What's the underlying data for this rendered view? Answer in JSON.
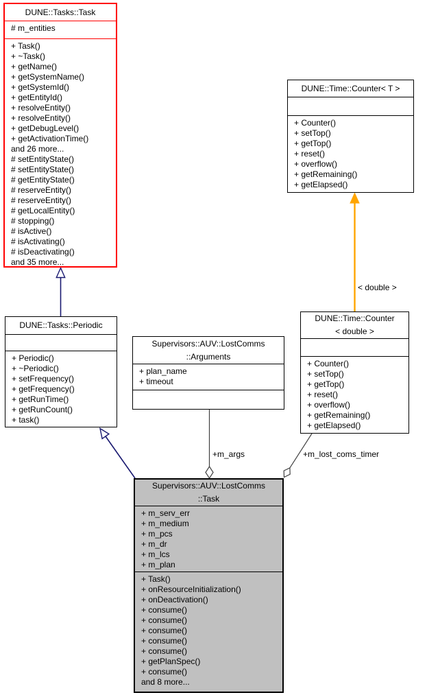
{
  "diagram": {
    "type": "uml-collaboration-diagram",
    "background": "#ffffff",
    "colors": {
      "node_border": "#000000",
      "node_fill": "#ffffff",
      "highlight_border": "#ff0000",
      "focus_fill": "#c0c0c0",
      "inheritance_edge": "#191970",
      "template_edge": "#ffa500",
      "aggregation_edge": "#404040"
    }
  },
  "classes": [
    {
      "name": "DUNE::Tasks::Task",
      "title_lines": [
        "DUNE::Tasks::Task"
      ],
      "attributes": [
        "# m_entities"
      ],
      "methods": [
        "+ Task()",
        "+ ~Task()",
        "+ getName()",
        "+ getSystemName()",
        "+ getSystemId()",
        "+ getEntityId()",
        "+ resolveEntity()",
        "+ resolveEntity()",
        "+ getDebugLevel()",
        "+ getActivationTime()",
        "and 26 more...",
        "# setEntityState()",
        "# setEntityState()",
        "# getEntityState()",
        "# reserveEntity()",
        "# reserveEntity()",
        "# getLocalEntity()",
        "# stopping()",
        "# isActive()",
        "# isActivating()",
        "# isDeactivating()",
        "and 35 more..."
      ]
    },
    {
      "name": "DUNE::Time::Counter< T >",
      "title_lines": [
        "DUNE::Time::Counter< T >"
      ],
      "attributes": [],
      "methods": [
        "+ Counter()",
        "+ setTop()",
        "+ getTop()",
        "+ reset()",
        "+ overflow()",
        "+ getRemaining()",
        "+ getElapsed()"
      ]
    },
    {
      "name": "DUNE::Tasks::Periodic",
      "title_lines": [
        "DUNE::Tasks::Periodic"
      ],
      "attributes": [],
      "methods": [
        "+ Periodic()",
        "+ ~Periodic()",
        "+ setFrequency()",
        "+ getFrequency()",
        "+ getRunTime()",
        "+ getRunCount()",
        "+ task()"
      ]
    },
    {
      "name": "Supervisors::AUV::LostComms::Arguments",
      "title_lines": [
        "Supervisors::AUV::LostComms",
        "::Arguments"
      ],
      "attributes": [
        "+ plan_name",
        "+ timeout"
      ],
      "methods": []
    },
    {
      "name": "DUNE::Time::Counter< double >",
      "title_lines": [
        "DUNE::Time::Counter",
        "< double >"
      ],
      "attributes": [],
      "methods": [
        "+ Counter()",
        "+ setTop()",
        "+ getTop()",
        "+ reset()",
        "+ overflow()",
        "+ getRemaining()",
        "+ getElapsed()"
      ]
    },
    {
      "name": "Supervisors::AUV::LostComms::Task",
      "title_lines": [
        "Supervisors::AUV::LostComms",
        "::Task"
      ],
      "attributes": [
        "+ m_serv_err",
        "+ m_medium",
        "+ m_pcs",
        "+ m_dr",
        "+ m_lcs",
        "+ m_plan"
      ],
      "methods": [
        "+ Task()",
        "+ onResourceInitialization()",
        "+ onDeactivation()",
        "+ consume()",
        "+ consume()",
        "+ consume()",
        "+ consume()",
        "+ consume()",
        "+ getPlanSpec()",
        "+ consume()",
        "and 8 more..."
      ]
    }
  ],
  "edge_labels": {
    "template_args": "< double >",
    "m_args": "+m_args",
    "lost_coms_timer": "+m_lost_coms_timer"
  }
}
